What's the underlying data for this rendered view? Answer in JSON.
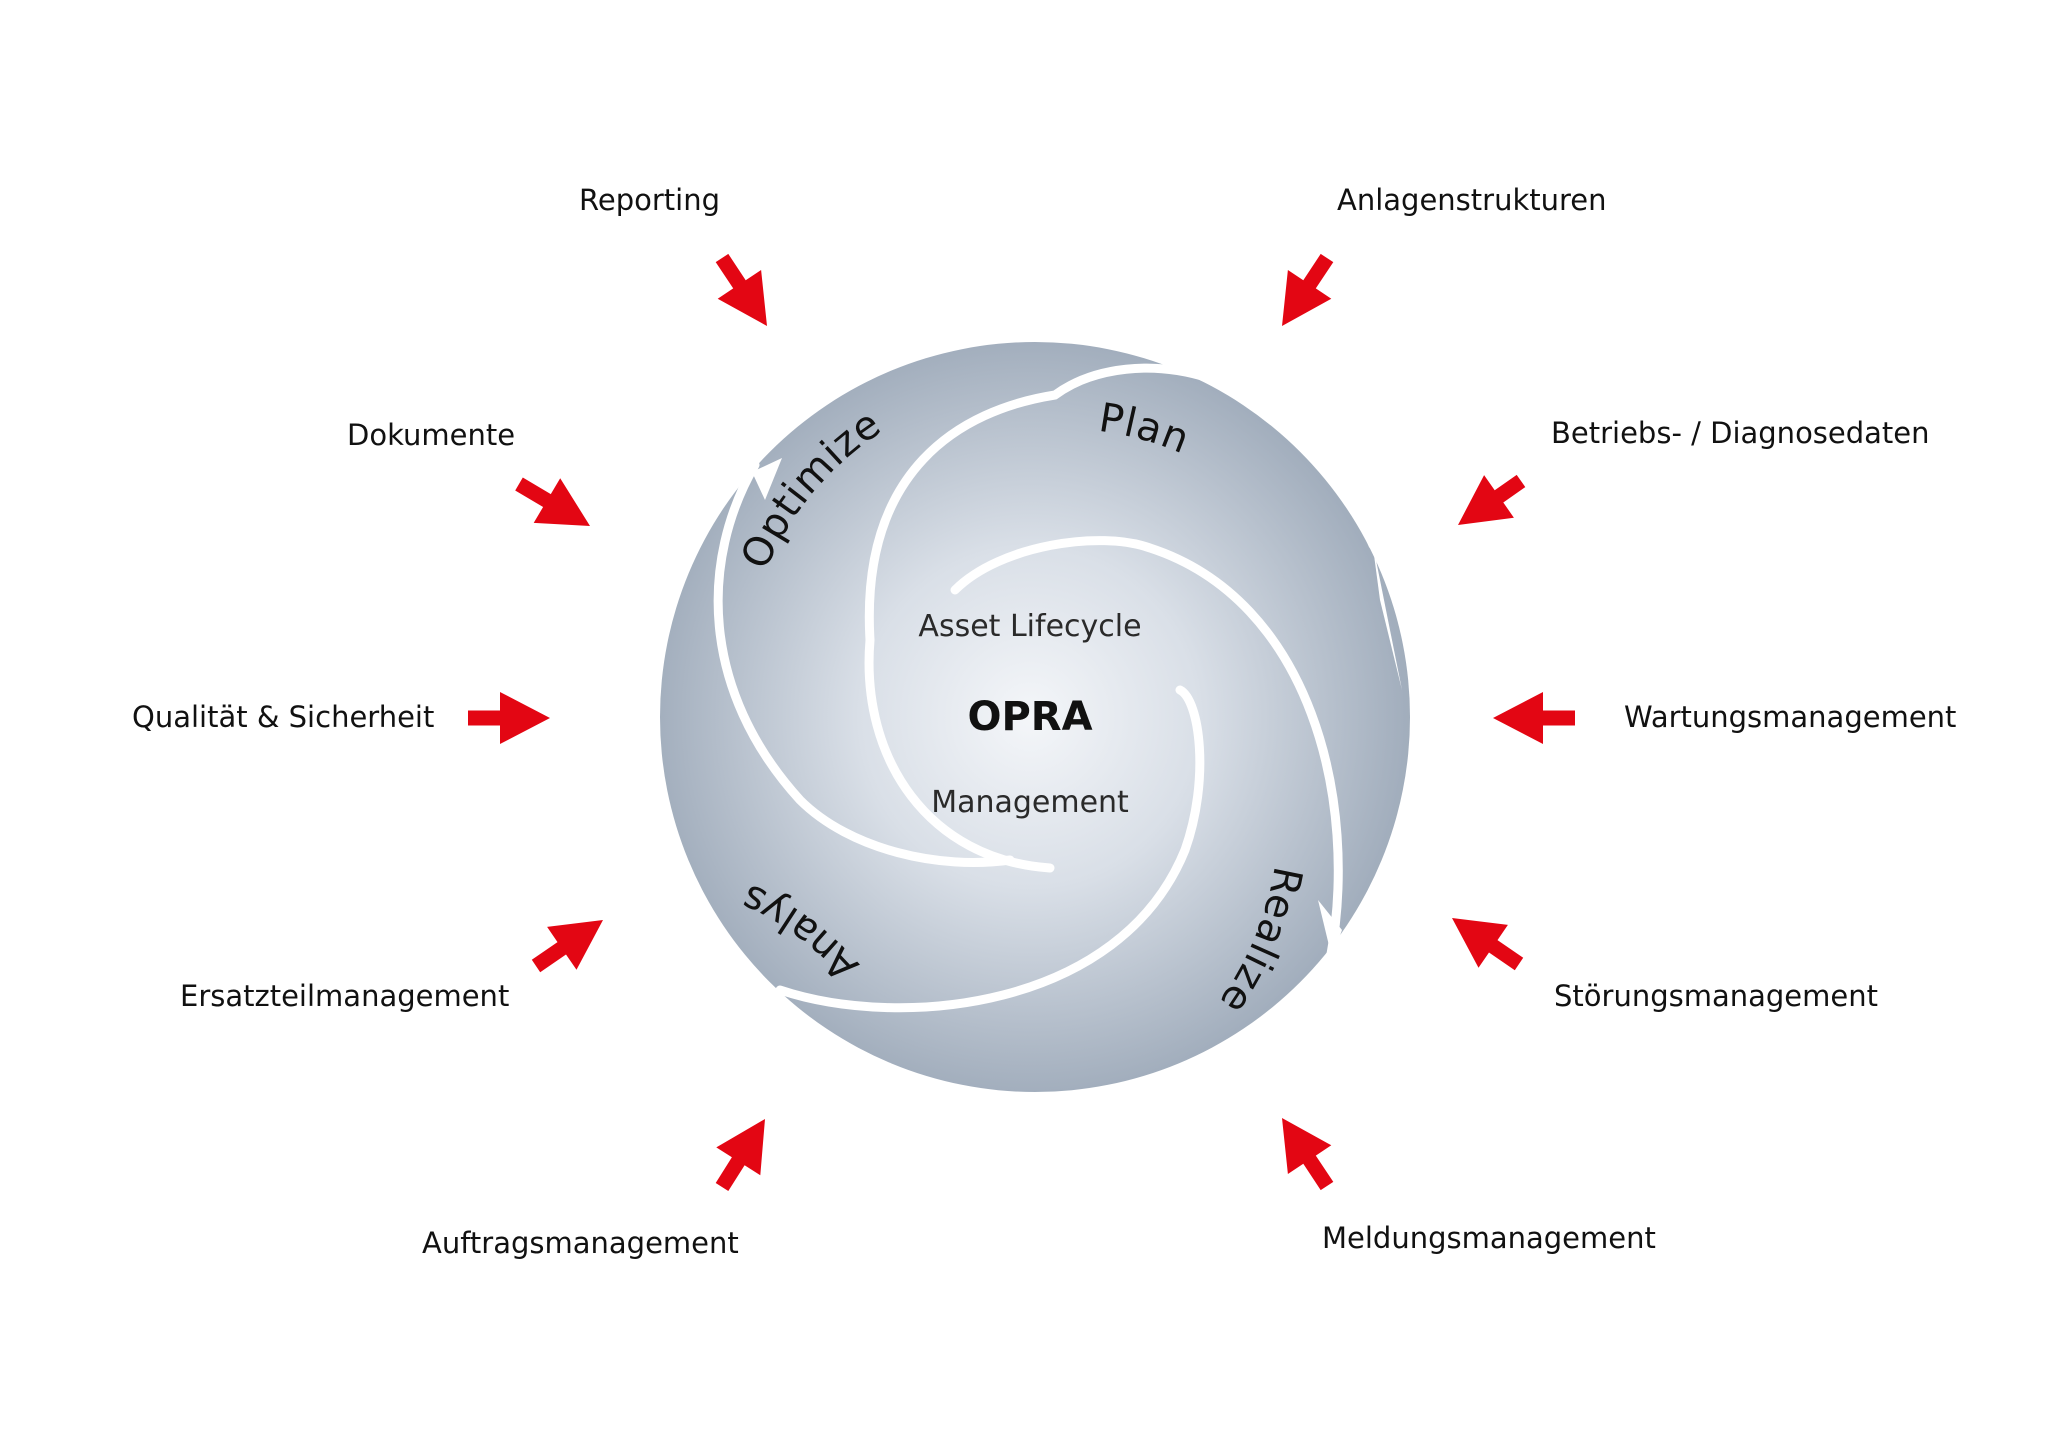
{
  "center": {
    "line1": "Asset Lifecycle",
    "title": "OPRA",
    "line3": "Management"
  },
  "phases": {
    "optimize": "Optimize",
    "plan": "Plan",
    "realize": "Realize",
    "analyse": "Analyse"
  },
  "inputs": {
    "reporting": "Reporting",
    "anlagenstrukturen": "Anlagenstrukturen",
    "dokumente": "Dokumente",
    "betriebsdaten": "Betriebs- / Diagnosedaten",
    "qualitaet": "Qualität & Sicherheit",
    "wartung": "Wartungsmanagement",
    "ersatzteil": "Ersatzteilmanagement",
    "stoerung": "Störungsmanagement",
    "auftrag": "Auftragsmanagement",
    "meldung": "Meldungsmanagement"
  },
  "colors": {
    "arrow": "#e30613",
    "disc_edge": "#a3afbd",
    "disc_center": "#f4f6f9",
    "separator": "#ffffff",
    "text": "#111111"
  }
}
